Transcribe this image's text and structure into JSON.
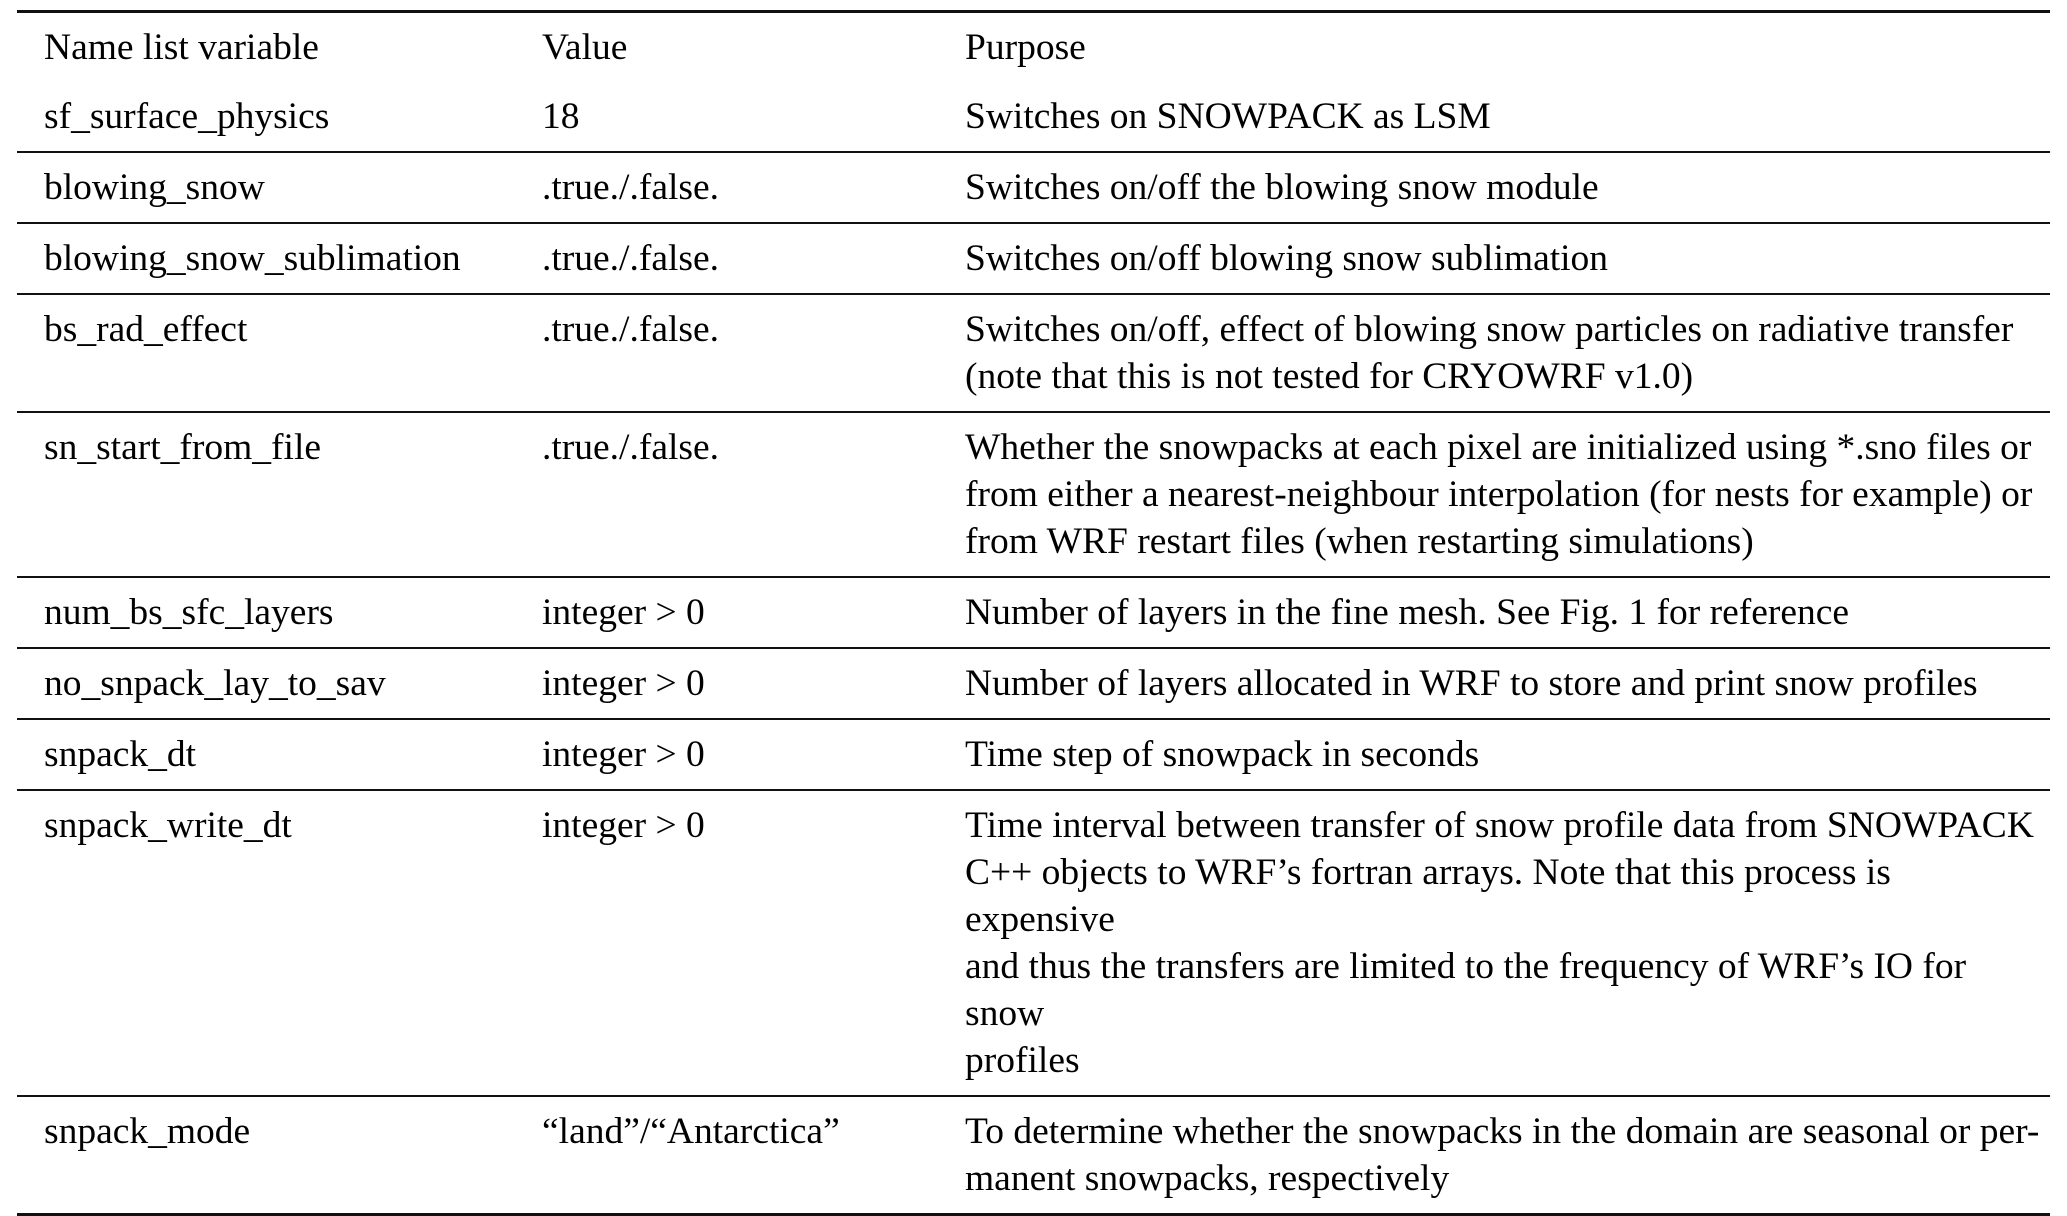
{
  "table": {
    "columns": [
      {
        "label": "Name list variable"
      },
      {
        "label": "Value"
      },
      {
        "label": "Purpose"
      }
    ],
    "rows": [
      {
        "name": "sf_surface_physics",
        "value": "18",
        "purpose": "Switches on SNOWPACK as LSM"
      },
      {
        "name": "blowing_snow",
        "value": ".true./.false.",
        "purpose": "Switches on/off the blowing snow module"
      },
      {
        "name": "blowing_snow_sublimation",
        "value": ".true./.false.",
        "purpose": "Switches on/off blowing snow sublimation"
      },
      {
        "name": "bs_rad_effect",
        "value": ".true./.false.",
        "purpose": "Switches on/off, effect of blowing snow particles on radiative transfer\n(note that this is not tested for CRYOWRF v1.0)"
      },
      {
        "name": "sn_start_from_file",
        "value": ".true./.false.",
        "purpose": "Whether the snowpacks at each pixel are initialized using *.sno files or\nfrom either a nearest-neighbour interpolation (for nests for example) or\nfrom WRF restart files (when restarting simulations)"
      },
      {
        "name": "num_bs_sfc_layers",
        "value": "integer > 0",
        "purpose": "Number of layers in the fine mesh. See Fig. 1 for reference"
      },
      {
        "name": "no_snpack_lay_to_sav",
        "value": "integer > 0",
        "purpose": "Number of layers allocated in WRF to store and print snow profiles"
      },
      {
        "name": "snpack_dt",
        "value": "integer > 0",
        "purpose": "Time step of snowpack in seconds"
      },
      {
        "name": "snpack_write_dt",
        "value": "integer > 0",
        "purpose": "Time interval between transfer of snow profile data from SNOWPACK\nC++ objects to WRF’s fortran arrays. Note that this process is expensive\nand thus the transfers are limited to the frequency of WRF’s IO for snow\nprofiles"
      },
      {
        "name": "snpack_mode",
        "value": "“land”/“Antarctica”",
        "purpose": "To determine whether the snowpacks in the domain are seasonal or per-\nmanent snowpacks, respectively"
      }
    ]
  }
}
